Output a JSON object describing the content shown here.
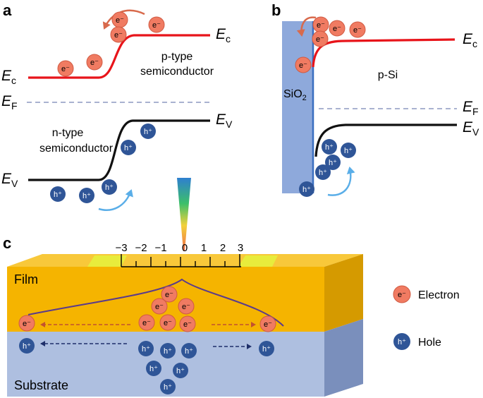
{
  "panels": {
    "a": {
      "label": "a",
      "ec_left_sym": "E",
      "ec_left_sub": "c",
      "ec_right_sym": "E",
      "ec_right_sub": "c",
      "ef_sym": "E",
      "ef_sub": "F",
      "ev_left_sym": "E",
      "ev_left_sub": "V",
      "ev_right_sym": "E",
      "ev_right_sub": "V",
      "ptype_line1": "p-type",
      "ptype_line2": "semiconductor",
      "ntype_line1": "n-type",
      "ntype_line2": "semiconductor"
    },
    "b": {
      "label": "b",
      "oxide_main": "SiO",
      "oxide_sub": "2",
      "psi": "p-Si",
      "ec_sym": "E",
      "ec_sub": "c",
      "ef_sym": "E",
      "ef_sub": "F",
      "ev_sym": "E",
      "ev_sub": "V"
    },
    "c": {
      "label": "c",
      "scale_ticks": [
        "−3",
        "−2",
        "−1",
        "0",
        "1",
        "2",
        "3"
      ],
      "film": "Film",
      "substrate": "Substrate"
    }
  },
  "carriers": {
    "electron": "e⁻",
    "hole": "h⁺"
  },
  "legend": {
    "electron_label": "Electron",
    "hole_label": "Hole"
  },
  "colors": {
    "electron_fill": "#f07b62",
    "hole_fill": "#2f5597",
    "ec_line": "#e8141a",
    "ev_line": "#111111",
    "fermi_line": "#a9b2d0",
    "oxide": "#8ea9db",
    "film": "#f5b400",
    "substrate": "#aebfe0"
  }
}
